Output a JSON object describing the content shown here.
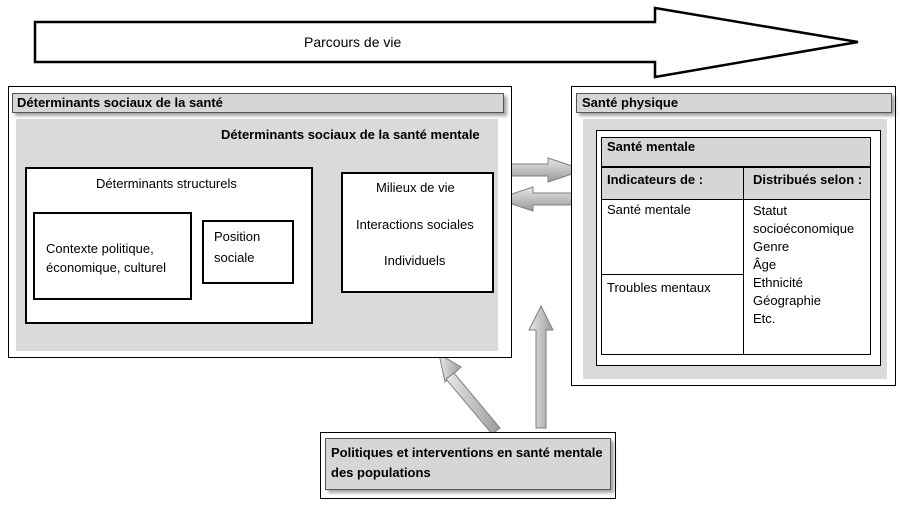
{
  "arrow_top": {
    "label": "Parcours de vie"
  },
  "left_panel": {
    "title": "Déterminants sociaux de la santé",
    "subtitle": "Déterminants sociaux de la santé mentale",
    "structural": {
      "title": "Déterminants structurels",
      "context_line1": "Contexte politique,",
      "context_line2": "économique, culturel",
      "position_line1": "Position",
      "position_line2": "sociale"
    },
    "milieux": {
      "line1": "Milieux de vie",
      "line2": "Interactions sociales",
      "line3": "Individuels"
    }
  },
  "right_panel": {
    "title": "Santé physique",
    "mental": {
      "title": "Santé mentale",
      "col1_header": "Indicateurs de :",
      "col2_header": "Distribués selon :",
      "indicators": [
        "Santé mentale",
        "Troubles mentaux"
      ],
      "distributions": [
        "Statut",
        "socioéconomique",
        "Genre",
        "Âge",
        "Ethnicité",
        "Géographie",
        "Etc."
      ]
    }
  },
  "bottom_box": {
    "line1": "Politiques et interventions en santé mentale",
    "line2": "des populations"
  }
}
